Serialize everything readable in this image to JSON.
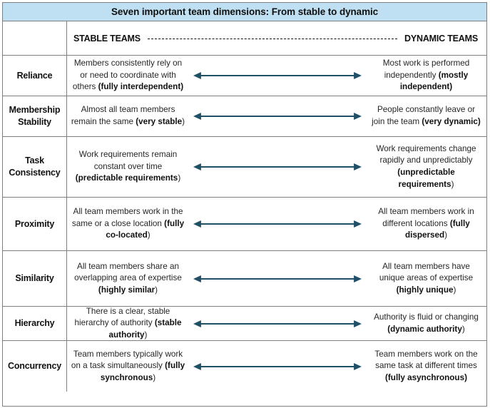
{
  "title": "Seven important team dimensions: From stable to dynamic",
  "axis": {
    "left_pole": "STABLE TEAMS",
    "right_pole": "DYNAMIC TEAMS",
    "connector": "dashed-line"
  },
  "colors": {
    "title_background": "#BEE0F2",
    "arrow": "#1F5068",
    "border": "#7F7F7F",
    "text": "#262626"
  },
  "rows": [
    {
      "dimension": "Reliance",
      "stable_text": "Members consistently rely on or need to coordinate with others ",
      "stable_tag": "(fully interdependent)",
      "stable_tag_tail": "",
      "dynamic_text": "Most work is performed independently ",
      "dynamic_tag": "(mostly independent)",
      "dynamic_tag_tail": "",
      "arrow": "double-headed-arrow"
    },
    {
      "dimension": "Membership Stability",
      "stable_text": "Almost all team members remain the same ",
      "stable_tag": "(very stable",
      "stable_tag_tail": ")",
      "dynamic_text": "People constantly leave or join the team ",
      "dynamic_tag": "(very dynamic)",
      "dynamic_tag_tail": "",
      "arrow": "double-headed-arrow"
    },
    {
      "dimension": "Task Consistency",
      "stable_text": "Work requirements remain constant over time ",
      "stable_tag": "(predictable requirements",
      "stable_tag_tail": ")",
      "dynamic_text": "Work requirements change rapidly and unpredictably ",
      "dynamic_tag": "(unpredictable requirements",
      "dynamic_tag_tail": ")",
      "arrow": "double-headed-arrow"
    },
    {
      "dimension": "Proximity",
      "stable_text": "All team members work in the same or a close location ",
      "stable_tag": "(fully co-located",
      "stable_tag_tail": ")",
      "dynamic_text": "All team members work in different locations ",
      "dynamic_tag": "(fully dispersed",
      "dynamic_tag_tail": ")",
      "arrow": "double-headed-arrow"
    },
    {
      "dimension": "Similarity",
      "stable_text": "All team members share an overlapping area of expertise ",
      "stable_tag": "(highly similar",
      "stable_tag_tail": ")",
      "dynamic_text": "All team members have unique areas of expertise ",
      "dynamic_tag": "(highly unique",
      "dynamic_tag_tail": ")",
      "arrow": "double-headed-arrow"
    },
    {
      "dimension": "Hierarchy",
      "stable_text": "There is a clear, stable hierarchy of authority ",
      "stable_tag": "(stable authority",
      "stable_tag_tail": ")",
      "dynamic_text": "Authority is fluid or changing ",
      "dynamic_tag": "(dynamic authority",
      "dynamic_tag_tail": ")",
      "arrow": "double-headed-arrow"
    },
    {
      "dimension": "Concurrency",
      "stable_text": "Team members typically work on a task simultaneously ",
      "stable_tag": "(fully synchronous",
      "stable_tag_tail": ")",
      "dynamic_text": "Team members work on the same task at different times ",
      "dynamic_tag": "(fully asynchronous)",
      "dynamic_tag_tail": "",
      "arrow": "double-headed-arrow"
    }
  ]
}
